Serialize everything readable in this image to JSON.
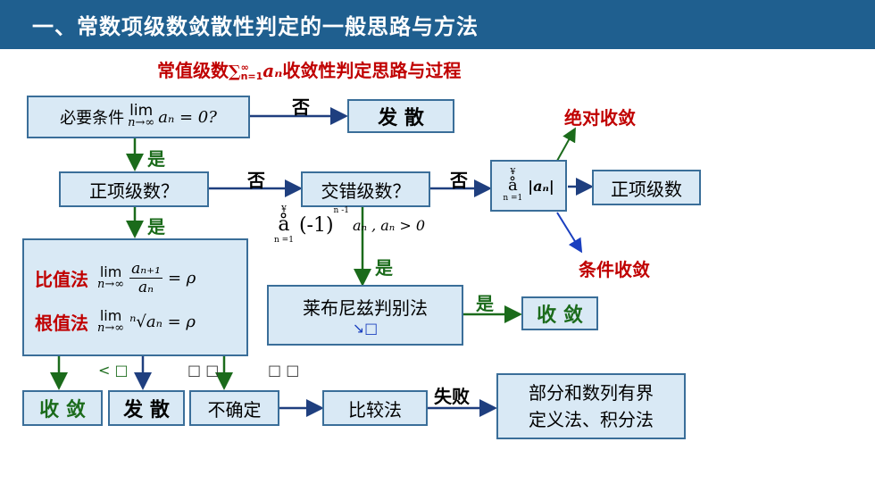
{
  "header": {
    "title": "一、常数项级数敛散性判定的一般思路与方法"
  },
  "subtitle": {
    "prefix": "常值级数",
    "formula": "∑",
    "formula_sup": "∞",
    "formula_sub": "n=1",
    "formula_term": "aₙ",
    "suffix": "收敛性判定思路与过程"
  },
  "boxes": {
    "necessary": {
      "prefix": "必要条件",
      "lim": "lim",
      "lim_sub": "n→∞",
      "expr": "aₙ = 0?"
    },
    "diverge_top": "发 散",
    "positive": "正项级数？",
    "alternating": "交错级数？",
    "abs_series": {
      "sym": "å",
      "top": "¥",
      "bot": "n =1",
      "term": "|aₙ|"
    },
    "positive_right": "正项级数",
    "leibniz": "莱布尼兹判别法",
    "converge_right": "收 敛",
    "converge_bottom": "收 敛",
    "diverge_bottom": "发 散",
    "undetermined": "不确定",
    "comparison": "比较法",
    "partial_sums": "部分和数列有界",
    "definition": "定义法、积分法",
    "ratio": {
      "name": "比值法",
      "lim": "lim",
      "lim_sub": "n→∞",
      "num": "aₙ₊₁",
      "den": "aₙ",
      "rhs": "= ρ"
    },
    "root": {
      "name": "根值法",
      "lim": "lim",
      "lim_sub": "n→∞",
      "expr": "ⁿ√aₙ = ρ"
    }
  },
  "labels": {
    "no1": "否",
    "no2": "否",
    "no3": "否",
    "yes1": "是",
    "yes2": "是",
    "yes3": "是",
    "yes4": "是",
    "fail": "失败",
    "absolute": "绝对收敛",
    "conditional": "条件收敛"
  },
  "alt_formula": {
    "sym": "å",
    "top": "¥",
    "bot": "n =1",
    "factor": "(-1)",
    "power": "n -1",
    "rest": "aₙ , aₙ > 0"
  },
  "rho_conditions": {
    "lt": "< □",
    "gt": "□ □",
    "eq": "□ □"
  },
  "leibniz_mark": "↘□",
  "colors": {
    "header_bg": "#1f5f8f",
    "box_bg": "#d9e9f5",
    "box_border": "#3a6e99",
    "red": "#c00000",
    "green": "#1b6b1b",
    "navy": "#1f3f7f"
  }
}
